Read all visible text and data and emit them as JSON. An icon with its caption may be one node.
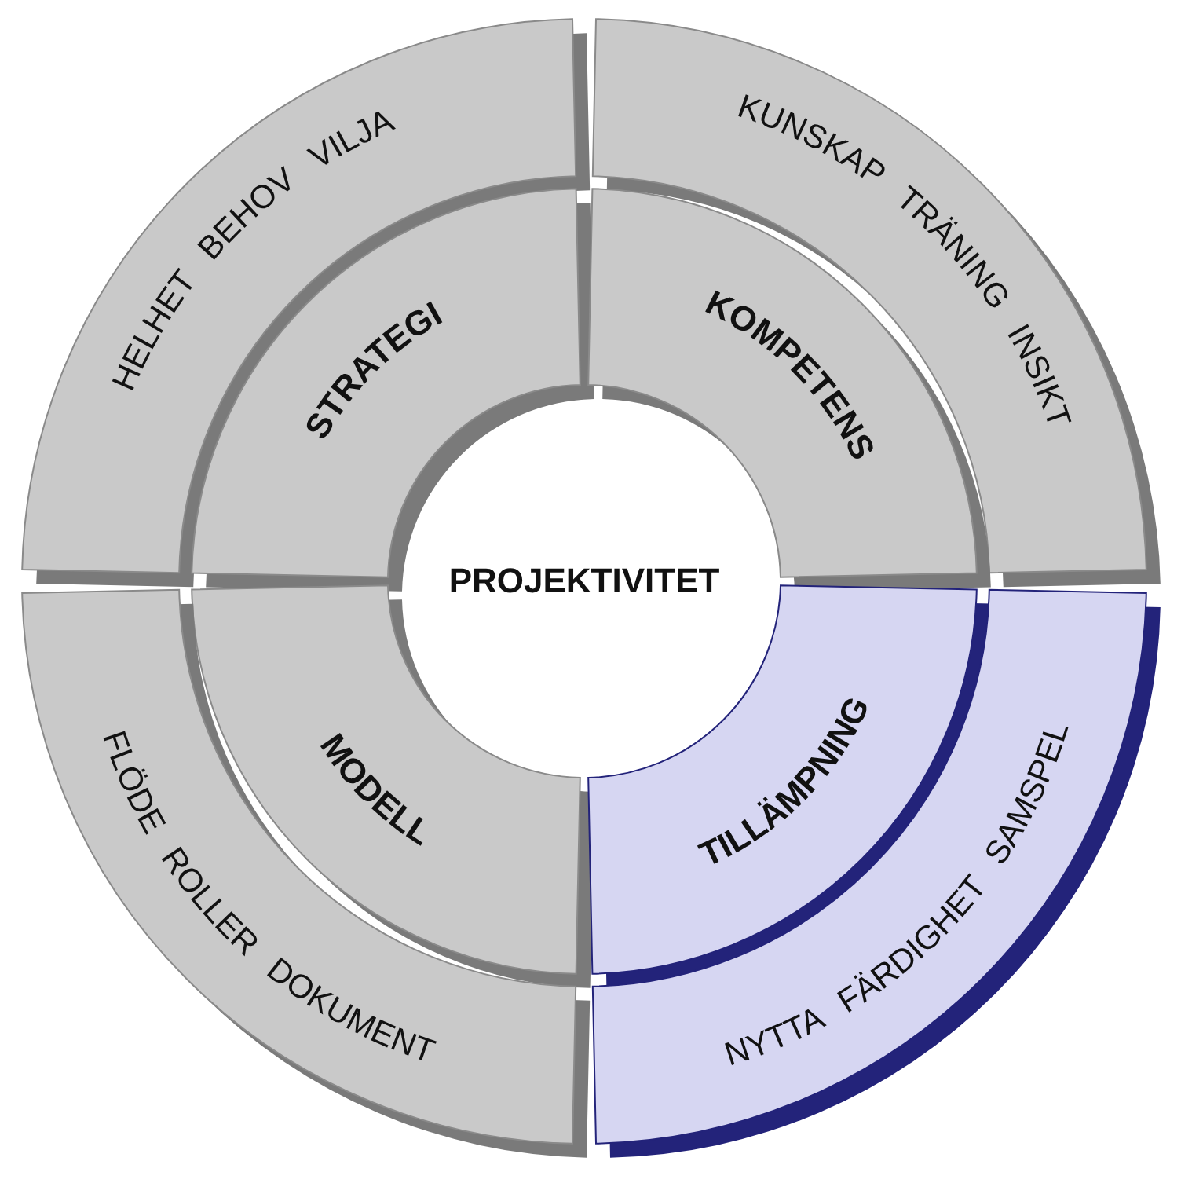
{
  "diagram": {
    "nodes": [
      {
        "text": [
          "HELHET BEHOV VILJA"
        ]
      },
      {
        "text": [
          "STRATEGI"
        ]
      },
      {
        "text": [
          "KUNSKAP TRÄNING INSIKT"
        ]
      },
      {
        "text": [
          "KOMPETENS"
        ]
      },
      {
        "text": [
          "PROJEKTIVITET"
        ]
      },
      {
        "text": [
          "MODELL"
        ]
      },
      {
        "text": [
          "FLÖDE ROLLER DOKUMENT"
        ]
      },
      {
        "text": [
          "TILLÄMPNING"
        ]
      },
      {
        "text": [
          "NYTTA FÄRDIGHET SAMSPEL"
        ]
      }
    ]
  }
}
